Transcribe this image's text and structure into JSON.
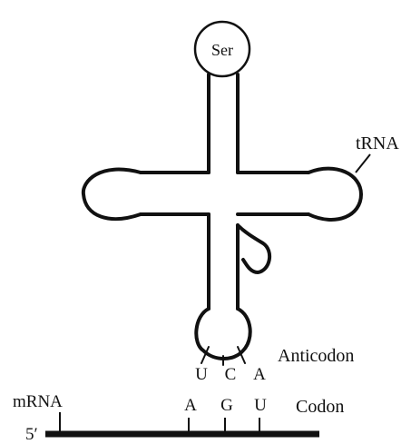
{
  "trna": {
    "amino_acid": "Ser",
    "label": "tRNA",
    "anticodon_label": "Anticodon",
    "anticodon_bases": [
      "U",
      "C",
      "A"
    ]
  },
  "mrna": {
    "label": "mRNA",
    "end_label": "5′",
    "codon_label": "Codon",
    "codon_bases": [
      "A",
      "G",
      "U"
    ]
  },
  "colors": {
    "ink": "#111111",
    "background": "#ffffff"
  }
}
